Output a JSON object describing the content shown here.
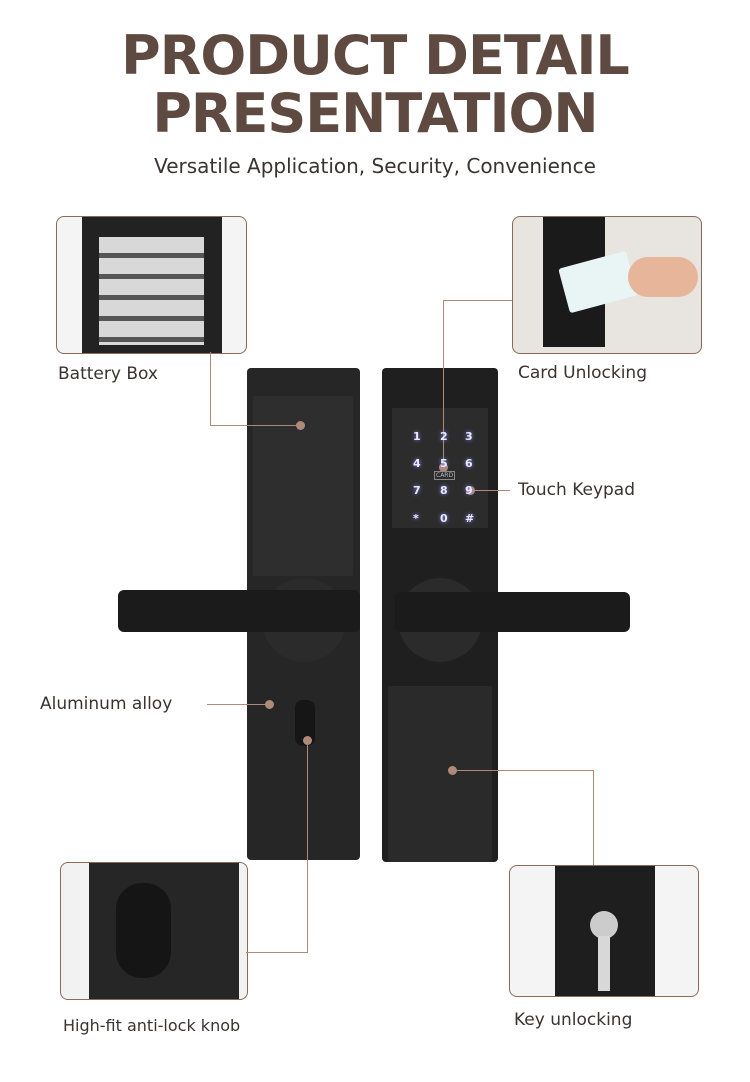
{
  "header": {
    "title_line1": "PRODUCT DETAIL",
    "title_line2": "PRESENTATION",
    "subtitle": "Versatile Application, Security, Convenience"
  },
  "features": {
    "battery_box": "Battery Box",
    "card_unlocking": "Card Unlocking",
    "touch_keypad": "Touch Keypad",
    "aluminum_alloy": "Aluminum alloy",
    "knob": "High-fit anti-lock  knob",
    "key_unlocking": "Key unlocking"
  },
  "keypad": {
    "keys": [
      "1",
      "2",
      "3",
      "4",
      "5",
      "6",
      "7",
      "8",
      "9",
      "*",
      "0",
      "#"
    ],
    "card_mark": "CARD"
  },
  "colors": {
    "title": "#5e4a40",
    "accent": "#b08a78",
    "lock_body": "#222222"
  }
}
